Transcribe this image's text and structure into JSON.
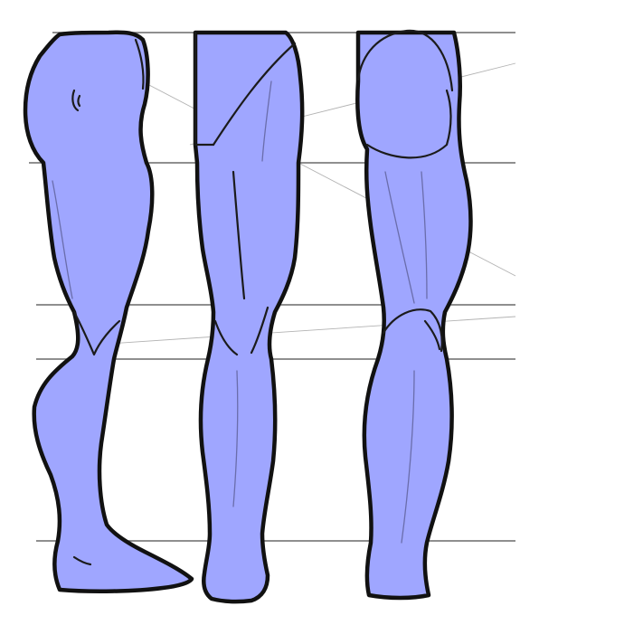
{
  "illustration": {
    "views": [
      {
        "name": "side-view"
      },
      {
        "name": "front-view"
      },
      {
        "name": "three-quarter-view"
      }
    ],
    "colors": {
      "leg_fill": "#9fa6ff",
      "outline": "#111111",
      "guideline": "#6a6a6a",
      "background": "#ffffff"
    }
  }
}
